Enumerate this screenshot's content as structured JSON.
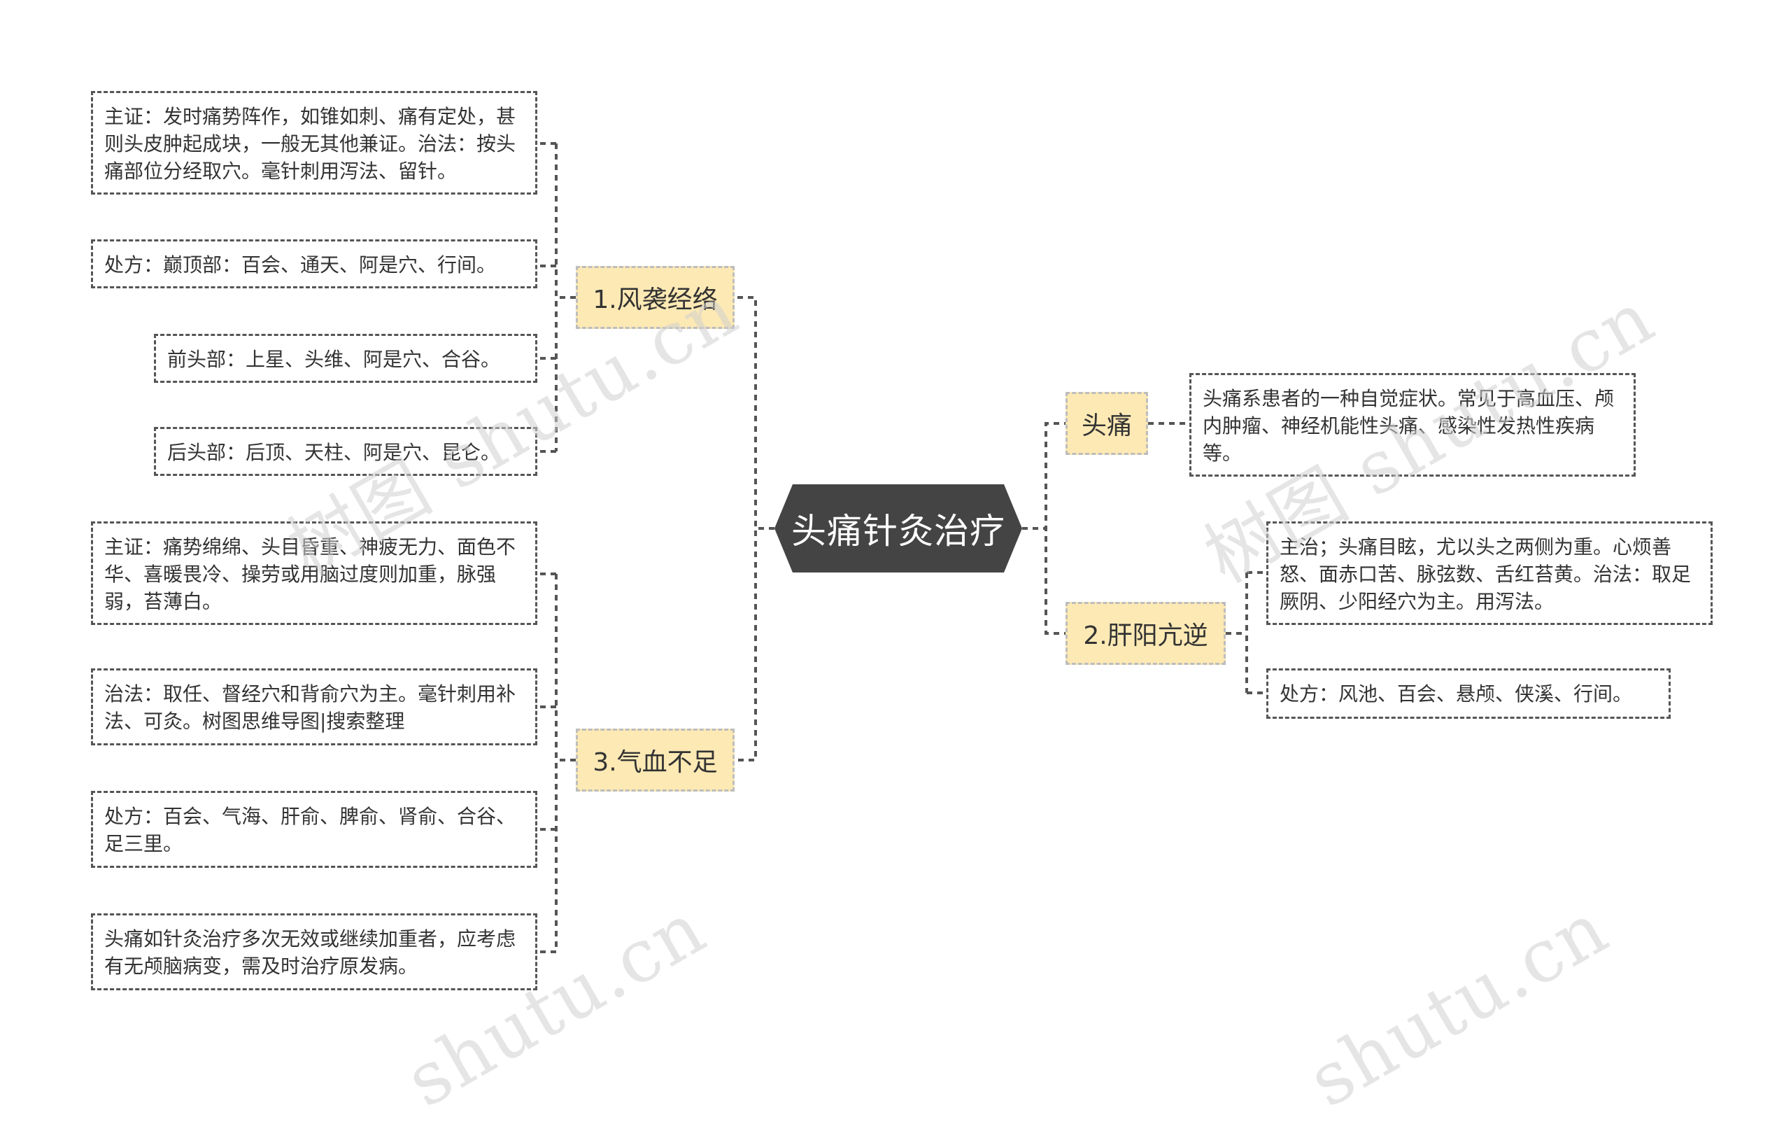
{
  "root": {
    "label": "头痛针灸治疗"
  },
  "branches": {
    "b1": {
      "label": "1.风袭经络"
    },
    "b3": {
      "label": "3.气血不足"
    },
    "bt": {
      "label": "头痛"
    },
    "b2": {
      "label": "2.肝阳亢逆"
    }
  },
  "leaves": {
    "b1_1": "主证：发时痛势阵作，如锥如刺、痛有定处，甚则头皮肿起成块，一般无其他兼证。治法：按头痛部位分经取穴。毫针刺用泻法、留针。",
    "b1_2": "处方：巅顶部：百会、通天、阿是穴、行间。",
    "b1_3": "前头部：上星、头维、阿是穴、合谷。",
    "b1_4": "后头部：后顶、天柱、阿是穴、昆仑。",
    "b3_1": "主证：痛势绵绵、头目昏重、神疲无力、面色不华、喜暖畏冷、操劳或用脑过度则加重，脉强弱，苔薄白。",
    "b3_2": "治法：取任、督经穴和背俞穴为主。毫针刺用补法、可灸。树图思维导图|搜索整理",
    "b3_3": "处方：百会、气海、肝俞、脾俞、肾俞、合谷、足三里。",
    "b3_4": "头痛如针灸治疗多次无效或继续加重者，应考虑有无颅脑病变，需及时治疗原发病。",
    "bt_1": "头痛系患者的一种自觉症状。常见于高血压、颅内肿瘤、神经机能性头痛、感染性发热性疾病等。",
    "b2_1": "主治；头痛目眩，尤以头之两侧为重。心烦善怒、面赤口苦、脉弦数、舌红苔黄。治法：取足厥阴、少阳经穴为主。用泻法。",
    "b2_2": "处方：风池、百会、悬颅、侠溪、行间。"
  },
  "watermarks": {
    "w1": "树图 shutu.cn",
    "w2": "树图 shutu.cn",
    "w3": "shutu.cn",
    "w4": "shutu.cn"
  },
  "colors": {
    "root_bg": "#444444",
    "branch_bg": "#fde9b4",
    "connector": "#555555"
  }
}
